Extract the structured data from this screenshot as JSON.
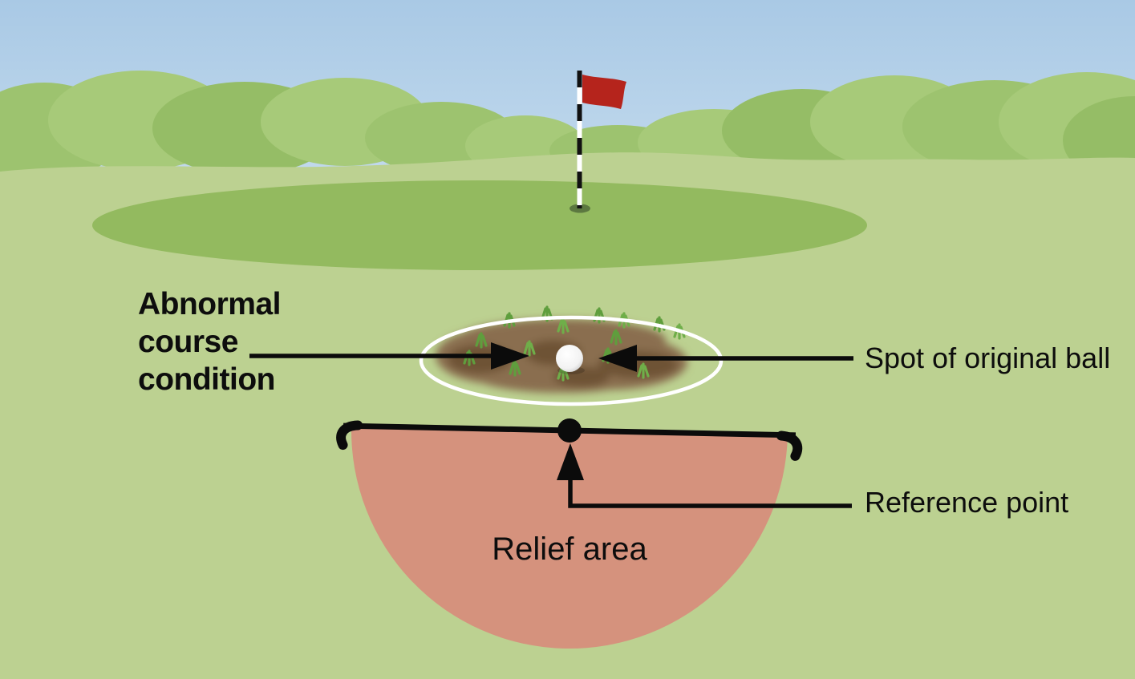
{
  "figure": {
    "labels": {
      "abnormal_course_condition": "Abnormal course condition",
      "spot_of_original_ball": "Spot of original ball",
      "reference_point": "Reference point",
      "relief_area": "Relief area"
    },
    "colors": {
      "sky_top": "#a9c9e5",
      "sky_bottom": "#cadff0",
      "bush_green": "#9dc36f",
      "bush_green_light": "#a7ca79",
      "bush_green_dark": "#95bd66",
      "fairway_green": "#bcd191",
      "putting_green": "#93ba5f",
      "hole_dark": "#5c7840",
      "condition_brown": "#8a6e4f",
      "condition_brown_dark": "#6e5335",
      "grass_tuft_green": "#5f9e3d",
      "relief_area_fill": "#d5927d",
      "flag_red": "#b5241c",
      "ring_white": "#ffffff",
      "line_black": "#0b0b0b"
    },
    "icons": {
      "flagstick": "flagstick-icon",
      "golf_ball": "golf-ball-icon",
      "reference_dot": "reference-point-dot"
    }
  }
}
